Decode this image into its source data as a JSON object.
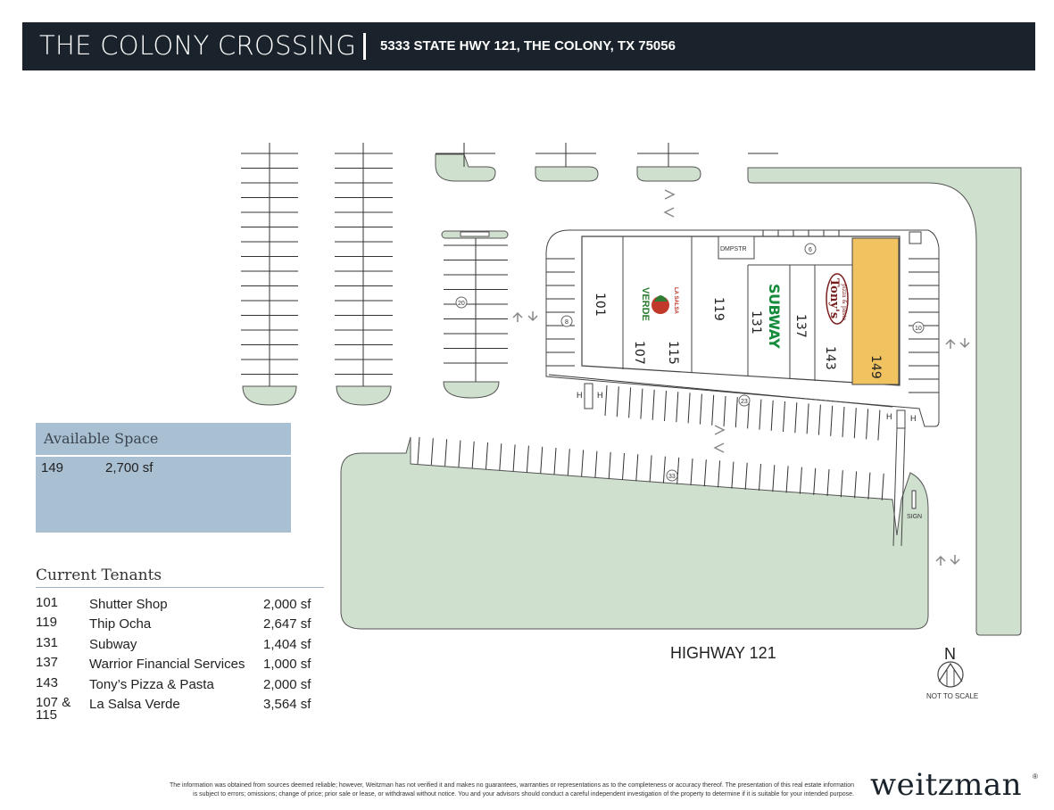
{
  "header": {
    "title": "THE COLONY CROSSING",
    "address": "5333 STATE HWY 121, THE COLONY, TX 75056"
  },
  "map": {
    "road_label": "HIGHWAY 121",
    "north_label": "N",
    "scale_label": "NOT TO SCALE",
    "sign_label": "SIGN",
    "dumpster_label": "DMPSTR",
    "handicap_label": "H",
    "units": [
      {
        "id": "101",
        "label": "101"
      },
      {
        "id": "107",
        "label": "107"
      },
      {
        "id": "115",
        "label": "115"
      },
      {
        "id": "119",
        "label": "119"
      },
      {
        "id": "131",
        "label": "131"
      },
      {
        "id": "137",
        "label": "137"
      },
      {
        "id": "143",
        "label": "143"
      },
      {
        "id": "149",
        "label": "149",
        "available": true
      }
    ],
    "parking_counts": [
      "20",
      "8",
      "6",
      "10",
      "23",
      "33"
    ],
    "tenant_logos": {
      "subway": "SUBWAY",
      "tonys_main": "Tony's",
      "tonys_sub": "pizza & pasta",
      "lasalsa_top": "LA SALSA",
      "lasalsa_main": "VERDE"
    },
    "colors": {
      "landscape": "#cfe0cf",
      "available": "#f0c260",
      "building_line": "#444444",
      "arrow": "#888888"
    }
  },
  "available_space": {
    "title": "Available Space",
    "items": [
      {
        "unit": "149",
        "size": "2,700 sf"
      }
    ]
  },
  "current_tenants": {
    "title": "Current Tenants",
    "items": [
      {
        "unit": "101",
        "name": "Shutter Shop",
        "size": "2,000 sf"
      },
      {
        "unit": "119",
        "name": "Thip Ocha",
        "size": "2,647 sf"
      },
      {
        "unit": "131",
        "name": "Subway",
        "size": "1,404 sf"
      },
      {
        "unit": "137",
        "name": "Warrior Financial Services",
        "size": "1,000 sf"
      },
      {
        "unit": "143",
        "name": "Tony’s Pizza & Pasta",
        "size": "2,000 sf"
      },
      {
        "unit": "107 & 115",
        "name": " La Salsa Verde",
        "size": "3,564 sf"
      }
    ]
  },
  "footer": {
    "disclaimer_line1": "The information was obtained from sources deemed reliable; however, Weitzman has not verified it and makes no guarantees, warranties or representations as to the completeness or accuracy thereof.  The presentation of this real estate information",
    "disclaimer_line2": "is subject to errors; omissions; change of price; prior sale or lease, or withdrawal without notice. You and your advisors should conduct a careful independent investigation of the property to determine if it is suitable for your intended purpose.",
    "logo": "weitzman",
    "logo_mark": "®"
  }
}
